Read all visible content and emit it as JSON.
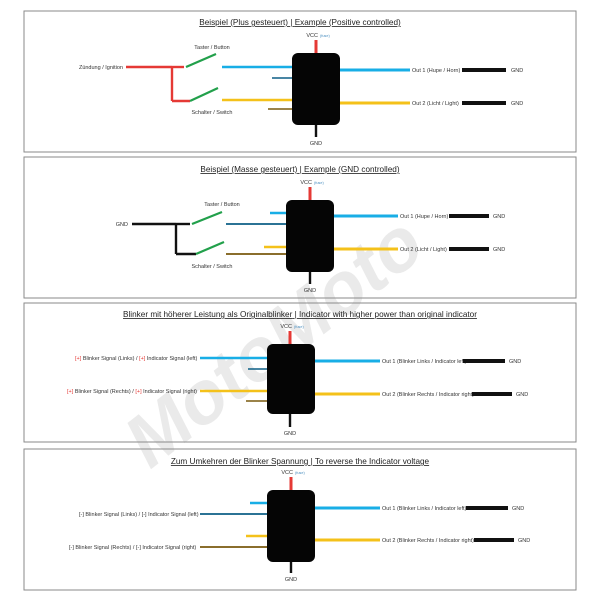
{
  "colors": {
    "ignition": "#e53935",
    "vcc": "#e53935",
    "ground": "#111111",
    "switch": "#22a04b",
    "in1": "#18aee6",
    "in1_dark": "#0d5f86",
    "in2": "#f4c11a",
    "in2_dark": "#7a5a0e",
    "module": "#050505",
    "panel_border": "#8a8a8a",
    "neg_wire": "#111111",
    "sign_red": "#e53935",
    "watermark": "#d9d9d9"
  },
  "watermark": {
    "text": "MotoMoto"
  },
  "panels": [
    {
      "id": "plus",
      "title_de": "Beispiel (Plus gesteuert)",
      "separator": "|",
      "title_en": "Example (Positive controlled)",
      "vcc": "VCC",
      "vcc_sub": "(fuse)",
      "gnd": "GND",
      "source": "Zündung / Ignition",
      "taster": "Taster / Button",
      "schalter": "Schalter / Switch",
      "out1": "Out 1 (Hupe / Horn)",
      "out2": "Out 2 (Licht / Light)",
      "out1_gnd": "GND",
      "out2_gnd": "GND"
    },
    {
      "id": "gnd",
      "title_de": "Beispiel (Masse gesteuert)",
      "separator": "|",
      "title_en": "Example (GND controlled)",
      "vcc": "VCC",
      "vcc_sub": "(fuse)",
      "gnd": "GND",
      "source": "GND",
      "taster": "Taster / Button",
      "schalter": "Schalter / Switch",
      "out1": "Out 1 (Hupe / Horn)",
      "out2": "Out 2 (Licht / Light)",
      "out1_gnd": "GND",
      "out2_gnd": "GND"
    },
    {
      "id": "blinker-power",
      "title_de": "Blinker mit höherer Leistung als Originalblinker",
      "separator": "|",
      "title_en": "Indicator with higher power than original indicator",
      "vcc": "VCC",
      "vcc_sub": "(fuse)",
      "gnd": "GND",
      "in1_sign": "[+]",
      "in1_de": "Blinker Signal (Links) /",
      "in1_en": "Indicator Signal (left)",
      "in2_sign": "[+]",
      "in2_de": "Blinker Signal (Rechts) /",
      "in2_en": "Indicator Signal (right)",
      "out1": "Out 1 (Blinker Links / Indicator left)",
      "out2": "Out 2 (Blinker Rechts / Indicator right)",
      "out1_gnd": "GND",
      "out2_gnd": "GND"
    },
    {
      "id": "blinker-reverse",
      "title_de": "Zum Umkehren der Blinker Spannung",
      "separator": "|",
      "title_en": "To reverse the Indicator voltage",
      "vcc": "VCC",
      "vcc_sub": "(fuse)",
      "gnd": "GND",
      "in1_sign": "[-]",
      "in1_de": "Blinker Signal (Links) /",
      "in1_en": "Indicator Signal (left)",
      "in2_sign": "[-]",
      "in2_de": "Blinker Signal (Rechts) /",
      "in2_en": "Indicator Signal (right)",
      "out1": "Out 1 (Blinker Links / Indicator left)",
      "out2": "Out 2 (Blinker Rechts / Indicator right)",
      "out1_gnd": "GND",
      "out2_gnd": "GND"
    }
  ]
}
